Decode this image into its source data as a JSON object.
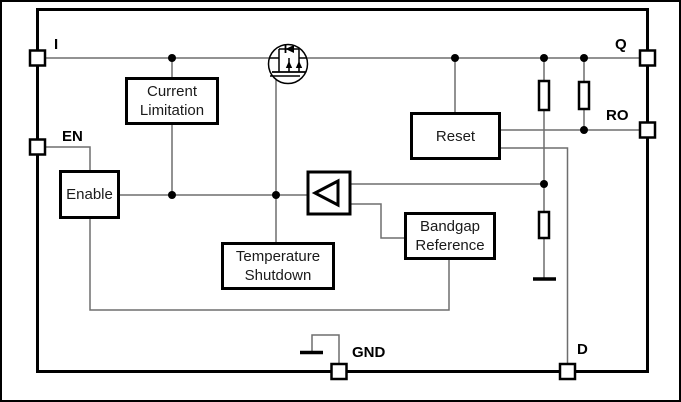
{
  "diagram": {
    "kind": "regulator-ic-block-diagram",
    "pins": {
      "i": "I",
      "en": "EN",
      "q": "Q",
      "ro": "RO",
      "gnd": "GND",
      "d": "D"
    },
    "blocks": {
      "current_limitation": {
        "line1": "Current",
        "line2": "Limitation"
      },
      "enable": {
        "line1": "Enable"
      },
      "reset": {
        "line1": "Reset"
      },
      "temperature_shutdown": {
        "line1": "Temperature",
        "line2": "Shutdown"
      },
      "bandgap_reference": {
        "line1": "Bandgap",
        "line2": "Reference"
      }
    },
    "symbols": {
      "pass_transistor": "p-mosfet-with-body-diode",
      "amplifier": "error-amplifier-triangle",
      "resistors": 3,
      "grounds": 2
    },
    "colors": {
      "background": "#ffffff",
      "outline": "#000000",
      "wire": "#6e6e6e"
    }
  }
}
